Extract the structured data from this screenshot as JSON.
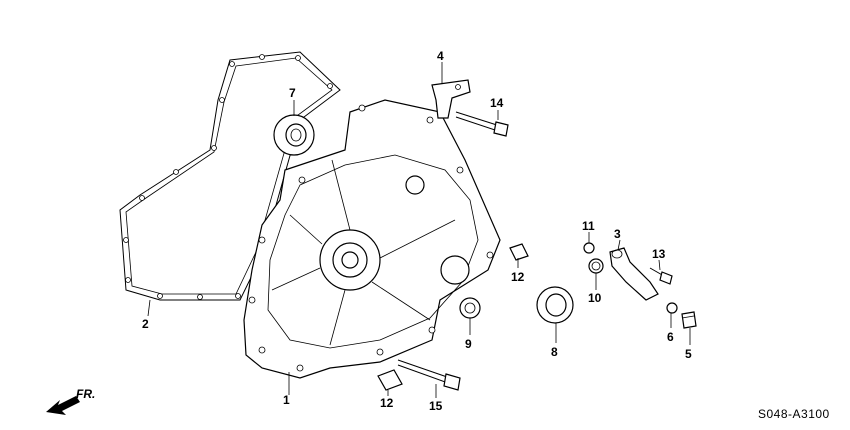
{
  "callouts": {
    "c1": "1",
    "c2": "2",
    "c3": "3",
    "c4": "4",
    "c5": "5",
    "c6": "6",
    "c7": "7",
    "c8": "8",
    "c9": "9",
    "c10": "10",
    "c11": "11",
    "c12a": "12",
    "c12b": "12",
    "c13": "13",
    "c14": "14",
    "c15": "15"
  },
  "diagram_code": "S048-A3100",
  "front_label": "FR."
}
